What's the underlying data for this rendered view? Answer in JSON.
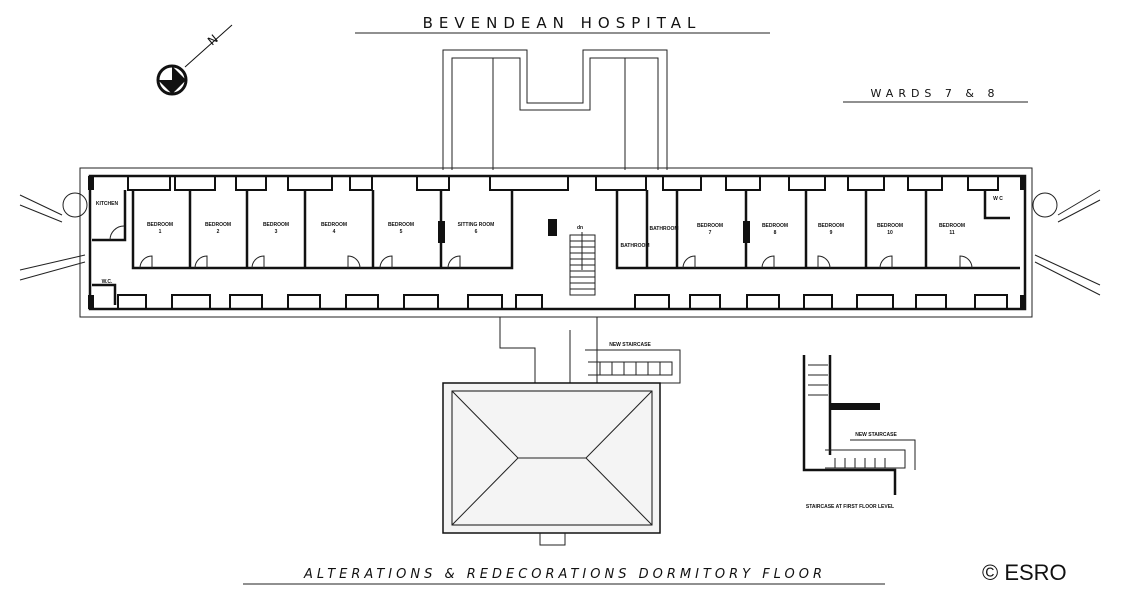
{
  "title": "BEVENDEAN HOSPITAL",
  "subtitle": "WARDS 7 & 8",
  "footer_title": "ALTERATIONS & REDECORATIONS DORMITORY FLOOR",
  "copyright": "© ESRO",
  "compass_letter": "N",
  "rooms": {
    "kitchen": "KITCHEN",
    "wc_left": "W.C.",
    "wc_right": "W C",
    "bedroom_word": "BEDROOM",
    "sitting_room": "SITTING ROOM",
    "sitting_room_no": "6",
    "bathroom_1": "BATHROOM",
    "bathroom_2": "BATHROOM",
    "stair_dn": "dn",
    "new_staircase": "NEW STAIRCASE",
    "bedroom_numbers": [
      "1",
      "2",
      "3",
      "4",
      "5",
      "7",
      "8",
      "9",
      "10",
      "11"
    ]
  },
  "inset": {
    "new_staircase": "NEW STAIRCASE",
    "caption": "STAIRCASE AT FIRST FLOOR LEVEL"
  }
}
